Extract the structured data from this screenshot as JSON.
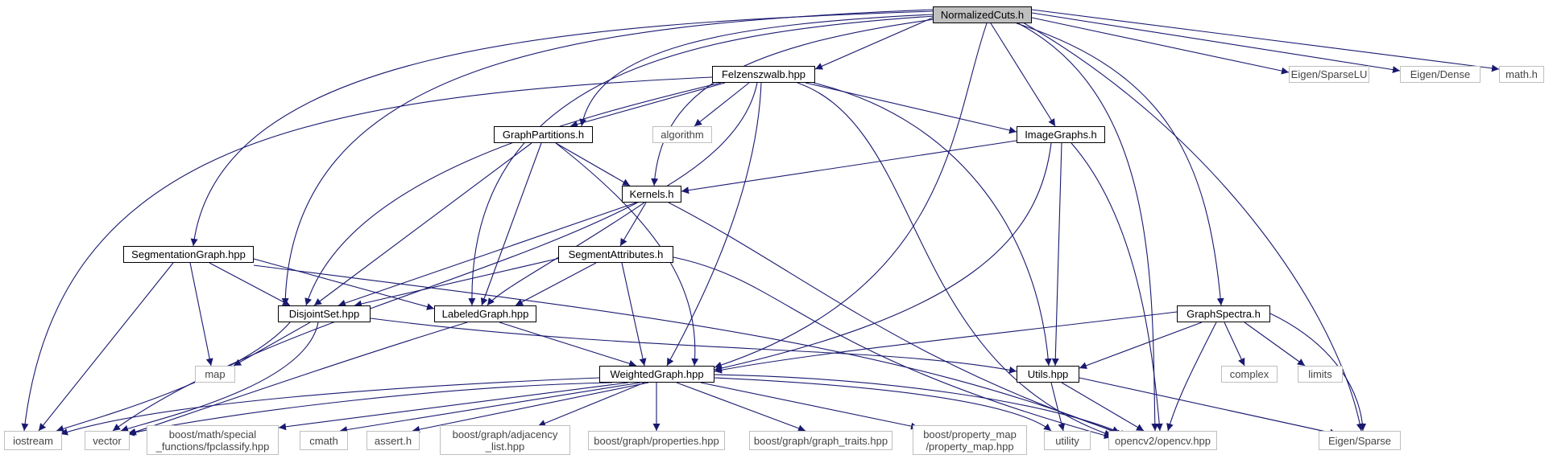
{
  "nodes": {
    "normalizedcuts": "NormalizedCuts.h",
    "felzenszwalb": "Felzenszwalb.hpp",
    "graphpartitions": "GraphPartitions.h",
    "algorithm": "algorithm",
    "imagegraphs": "ImageGraphs.h",
    "eigen_sparselu": "Eigen/SparseLU",
    "eigen_dense": "Eigen/Dense",
    "math_h": "math.h",
    "kernels": "Kernels.h",
    "segmentattributes": "SegmentAttributes.h",
    "segmentationgraph": "SegmentationGraph.hpp",
    "disjointset": "DisjointSet.hpp",
    "labeledgraph": "LabeledGraph.hpp",
    "graphspectra": "GraphSpectra.h",
    "map": "map",
    "weightedgraph": "WeightedGraph.hpp",
    "utils": "Utils.hpp",
    "complex": "complex",
    "limits": "limits",
    "iostream": "iostream",
    "vector": "vector",
    "fpclassify": "boost/math/special\n_functions/fpclassify.hpp",
    "cmath": "cmath",
    "assert_h": "assert.h",
    "adjacency_list": "boost/graph/adjacency\n_list.hpp",
    "properties": "boost/graph/properties.hpp",
    "graph_traits": "boost/graph/graph_traits.hpp",
    "property_map": "boost/property_map\n/property_map.hpp",
    "utility": "utility",
    "opencv": "opencv2/opencv.hpp",
    "eigen_sparse": "Eigen/Sparse"
  },
  "colors": {
    "edge": "#191970",
    "root_fill": "#bfbfbf",
    "external_border": "#bfbfbf"
  }
}
